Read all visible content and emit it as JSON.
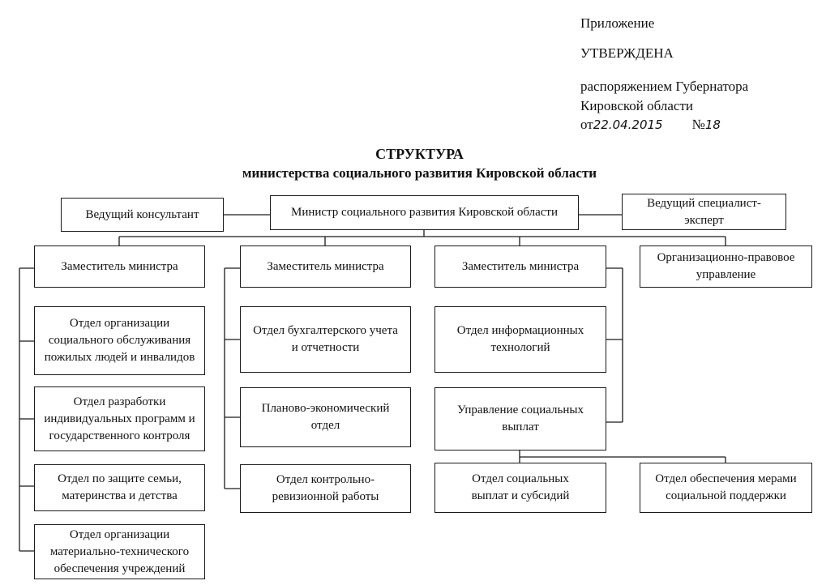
{
  "header": {
    "appendix": "Приложение",
    "approved": "УТВЕРЖДЕНА",
    "decree_line1": "распоряжением Губернатора",
    "decree_line2": "Кировской области",
    "date_prefix": "от",
    "date_value": "22.04.2015",
    "number_prefix": "№",
    "number_value": "18"
  },
  "title": {
    "line1": "СТРУКТУРА",
    "line2": "министерства социального развития Кировской области"
  },
  "boxes": {
    "minister": "Министр социального развития Кировской области",
    "lead_consultant": "Ведущий консультант",
    "lead_specialist": "Ведущий специалист-эксперт",
    "deputy1": "Заместитель министра",
    "deputy2": "Заместитель министра",
    "deputy3": "Заместитель министра",
    "legal_dept": "Организационно-правовое управление",
    "elderly_services": "Отдел организации социального обслуживания пожилых людей и инвалидов",
    "individual_programs": "Отдел разработки индивидуальных программ и государственного контроля",
    "family_protection": "Отдел по защите семьи, материнства и детства",
    "material_support": "Отдел организации материально-технического обеспечения учреждений",
    "accounting": "Отдел бухгалтерского учета и отчетности",
    "planning": "Планово-экономический отдел",
    "audit": "Отдел контрольно-ревизионной работы",
    "it": "Отдел информационных технологий",
    "social_payments_mgmt": "Управление социальных выплат",
    "payments_subsidies": "Отдел социальных выплат и субсидий",
    "social_support": "Отдел обеспечения мерами социальной поддержки"
  }
}
